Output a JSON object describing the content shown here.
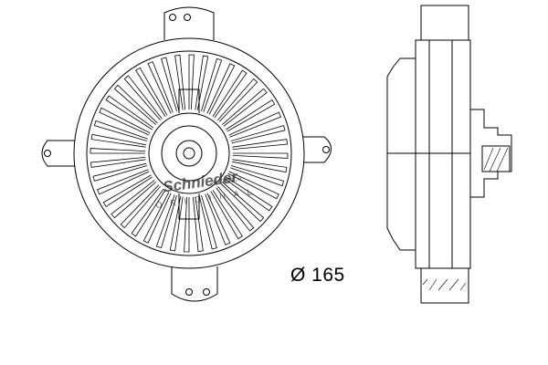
{
  "diagram": {
    "dimension_label": "Ø 165",
    "watermark": {
      "brand": "Schnieder",
      "tagline": "AUTOTECH",
      "sub": "ORIGINAL"
    },
    "colors": {
      "line": "#000000",
      "background": "#ffffff",
      "watermark": "#2a2a2a"
    },
    "views": [
      "front-view",
      "side-view"
    ]
  }
}
